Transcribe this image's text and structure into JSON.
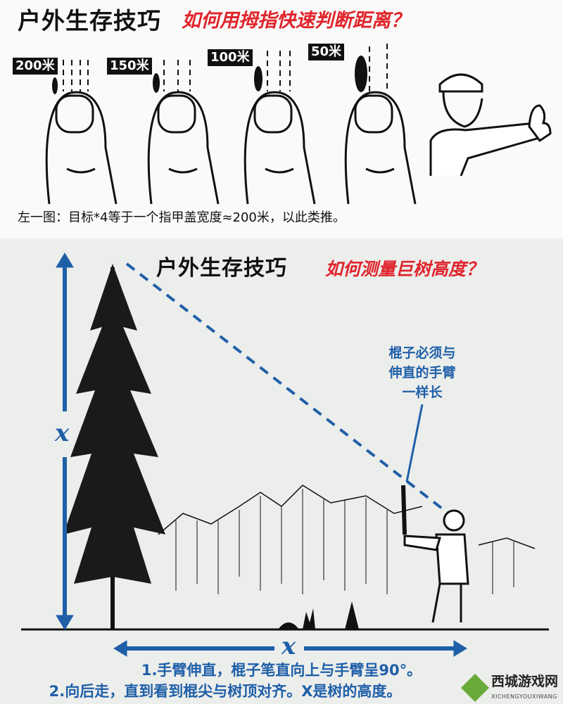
{
  "top_panel": {
    "title": "户外生存技巧",
    "subtitle": "如何用拇指快速判断距离？",
    "distance_labels": [
      "200米",
      "150米",
      "100米",
      "50米"
    ],
    "caption": "左一图：目标*4等于一个指甲盖宽度≈200米，以此类推。"
  },
  "bottom_panel": {
    "title": "户外生存技巧",
    "subtitle": "如何测量巨树高度？",
    "vertical_label": "x",
    "horizontal_label": "x",
    "stick_note": [
      "棍子必须与",
      "伸直的手臂",
      "一样长"
    ],
    "steps": [
      "1.手臂伸直，棍子笔直向上与手臂呈90°。",
      "2.向后走，直到看到棍尖与树顶对齐。X是树的高度。"
    ]
  },
  "watermark": {
    "name": "西城游戏网",
    "sub": "XICHENGYOUXIWANG"
  },
  "colors": {
    "red": "#e0242c",
    "blue": "#1f5fa8",
    "watermark_green": "#6aaa3a"
  }
}
